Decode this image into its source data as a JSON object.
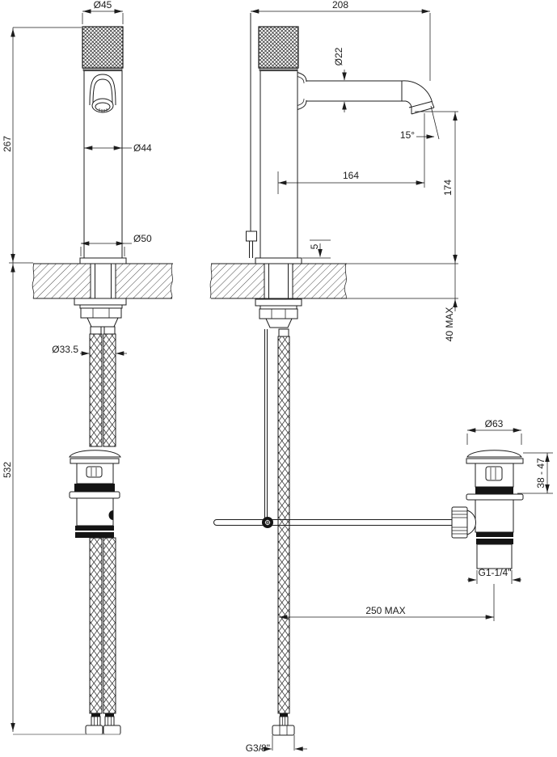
{
  "front_view": {
    "knob_diameter": "Ø45",
    "height_above_deck": "267",
    "body_diameter": "Ø44",
    "base_diameter": "Ø50",
    "supply_hole_diameter": "Ø33.5",
    "length_below_deck": "532"
  },
  "side_view": {
    "overall_depth": "208",
    "spout_diameter": "Ø22",
    "spray_angle": "15°",
    "spout_reach": "164",
    "spout_height_above_deck": "174",
    "base_plate_height": "5",
    "max_deck_thickness": "40 MAX"
  },
  "drain_view": {
    "cap_diameter": "Ø63",
    "height_adjustment": "38 - 47",
    "waste_thread": "G1-1/4\"",
    "max_rod_distance": "250 MAX",
    "supply_thread": "G3/8\""
  },
  "colors": {
    "line": "#1c1c1c",
    "ground": "#9a9a9a",
    "background": "#ffffff"
  }
}
